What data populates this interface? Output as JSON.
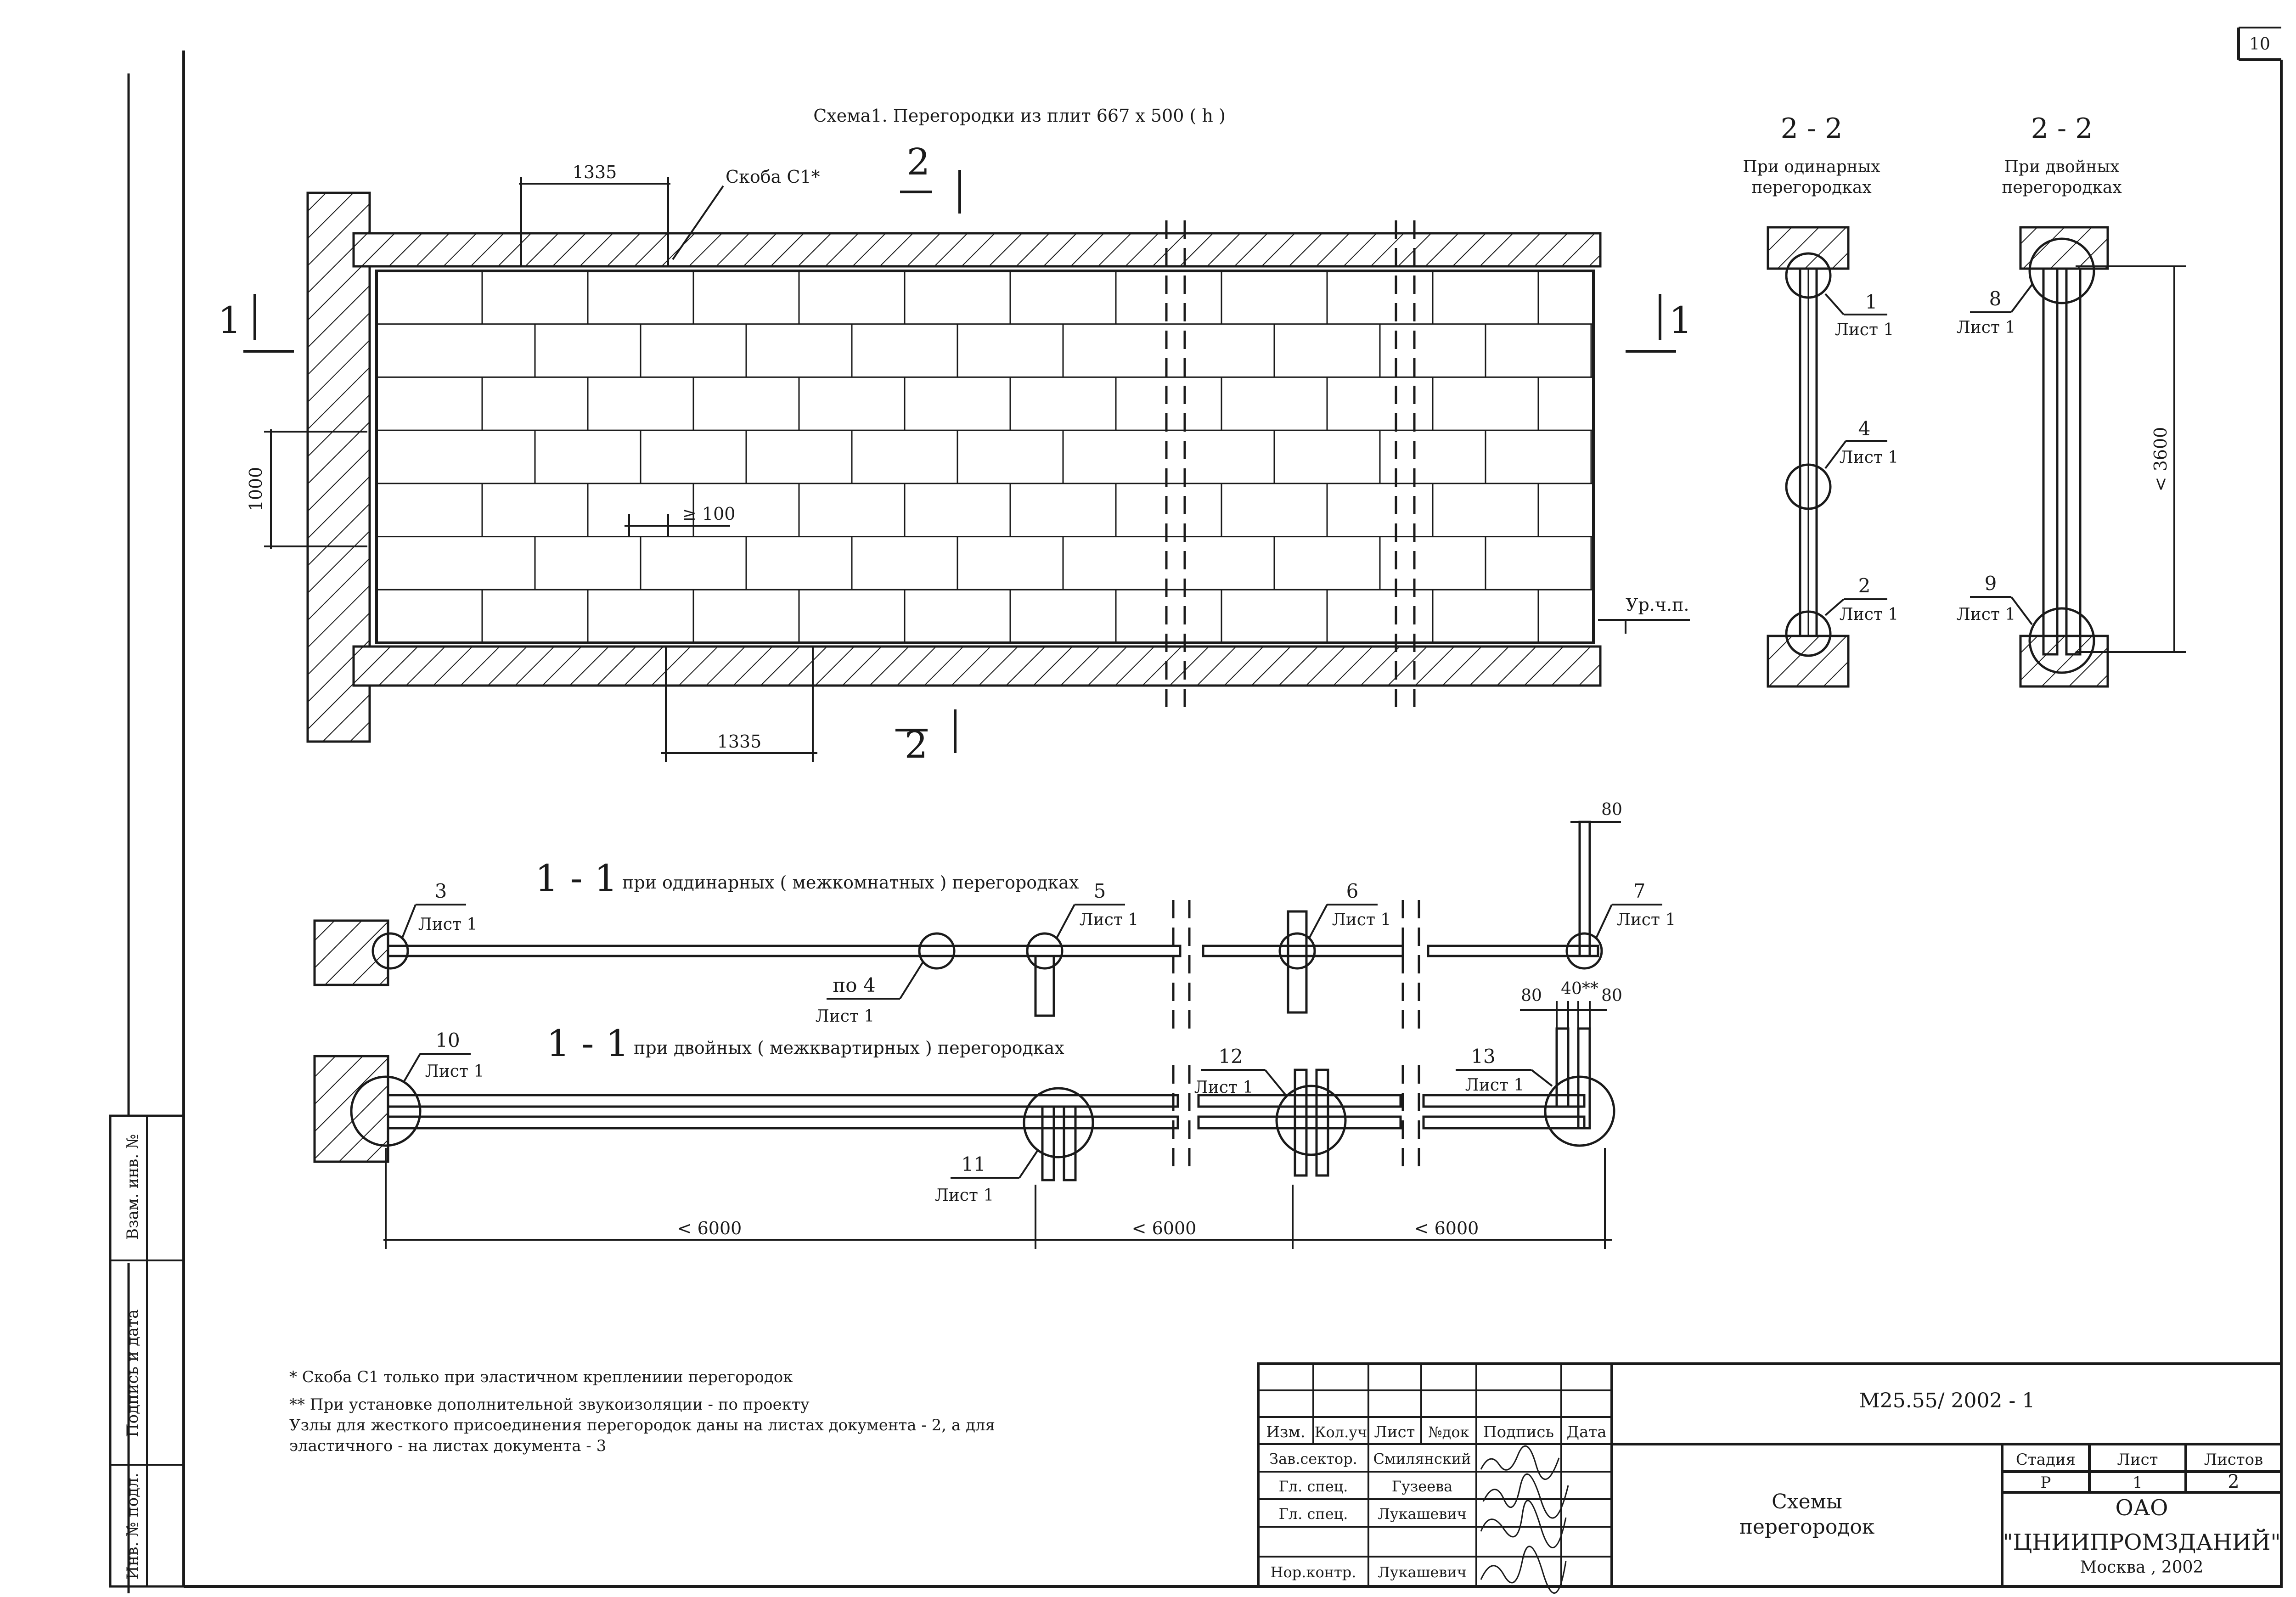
{
  "sheet_number": "10",
  "scheme": {
    "title": "Схема1. Перегородки из плит 667 х 500 ( h )",
    "dim_top": "1335",
    "dim_bottom": "1335",
    "dim_height": "1000",
    "dim_min_offset": "≥ 100",
    "clip_label": "Скоба С1*",
    "section_1": "1",
    "section_2": "2",
    "floor_level": "Ур.ч.п."
  },
  "section22_single": {
    "title": "2 - 2",
    "subtitle_l1": "При одинарных",
    "subtitle_l2": "перегородках",
    "nodes": [
      {
        "num": "1",
        "sheet": "Лист 1"
      },
      {
        "num": "4",
        "sheet": "Лист 1"
      },
      {
        "num": "2",
        "sheet": "Лист 1"
      }
    ]
  },
  "section22_double": {
    "title": "2 - 2",
    "subtitle_l1": "При двойных",
    "subtitle_l2": "перегородках",
    "height_dim": "< 3600",
    "nodes": [
      {
        "num": "8",
        "sheet": "Лист 1"
      },
      {
        "num": "9",
        "sheet": "Лист 1"
      }
    ]
  },
  "plan_single": {
    "section_num": "1 - 1",
    "caption": "при оддинарных ( межкомнатных ) перегородках",
    "dim_80": "80",
    "nodes": [
      {
        "num": "3",
        "sheet": "Лист 1"
      },
      {
        "num": "по 4",
        "sheet": "Лист 1"
      },
      {
        "num": "5",
        "sheet": "Лист 1"
      },
      {
        "num": "6",
        "sheet": "Лист 1"
      },
      {
        "num": "7",
        "sheet": "Лист 1"
      }
    ]
  },
  "plan_double": {
    "section_num": "1 - 1",
    "caption": "при двойных ( межквартирных ) перегородках",
    "dims_top": [
      "80",
      "40**",
      "80"
    ],
    "nodes": [
      {
        "num": "10",
        "sheet": "Лист 1"
      },
      {
        "num": "11",
        "sheet": "Лист 1"
      },
      {
        "num": "12",
        "sheet": "Лист 1"
      },
      {
        "num": "13",
        "sheet": "Лист 1"
      }
    ],
    "span_dims": [
      "< 6000",
      "< 6000",
      "< 6000"
    ]
  },
  "notes": [
    "* Скоба С1 только при эластичном креплениии перегородок",
    "** При установке дополнительной звукоизоляции - по проекту",
    "Узлы для жесткого присоединения перегородок даны на листах  документа - 2, а для",
    "эластичного - на листах  документа - 3"
  ],
  "side_stamp": [
    "Взам. инв. №",
    "Подпись и дата",
    "Инв. № подл."
  ],
  "title_block": {
    "doc_code": "М25.55/ 2002 - 1",
    "headers": [
      "Изм.",
      "Кол.уч",
      "Лист",
      "№док",
      "Подпись",
      "Дата"
    ],
    "rows": [
      {
        "role": "Зав.сектор.",
        "name": "Смилянский"
      },
      {
        "role": "Гл. спец.",
        "name": "Гузеева"
      },
      {
        "role": "Гл. спец.",
        "name": "Лукашевич"
      },
      {
        "role": "Нор.контр.",
        "name": "Лукашевич"
      }
    ],
    "drawing_name_l1": "Схемы",
    "drawing_name_l2": "перегородок",
    "stage_header": "Стадия",
    "sheet_header": "Лист",
    "sheets_header": "Листов",
    "stage": "Р",
    "sheet": "1",
    "sheets": "2",
    "org_l1": "ОАО",
    "org_l2": "\"ЦНИИПРОМЗДАНИЙ\"",
    "org_l3": "Москва , 2002"
  }
}
